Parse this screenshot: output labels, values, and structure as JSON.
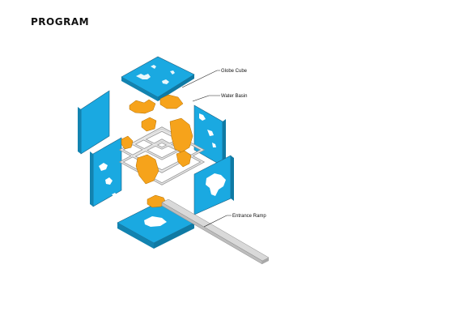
{
  "page": {
    "title": "PROGRAM"
  },
  "labels": {
    "globe_cube": "Globe Cube",
    "water_basin": "Water Basin",
    "entrance_ramp": "Entrance Ramp"
  },
  "colors": {
    "panel": "#1aa9e1",
    "core": "#f6a31b",
    "ramp": "#d9d9d9",
    "outline": "#333333"
  }
}
